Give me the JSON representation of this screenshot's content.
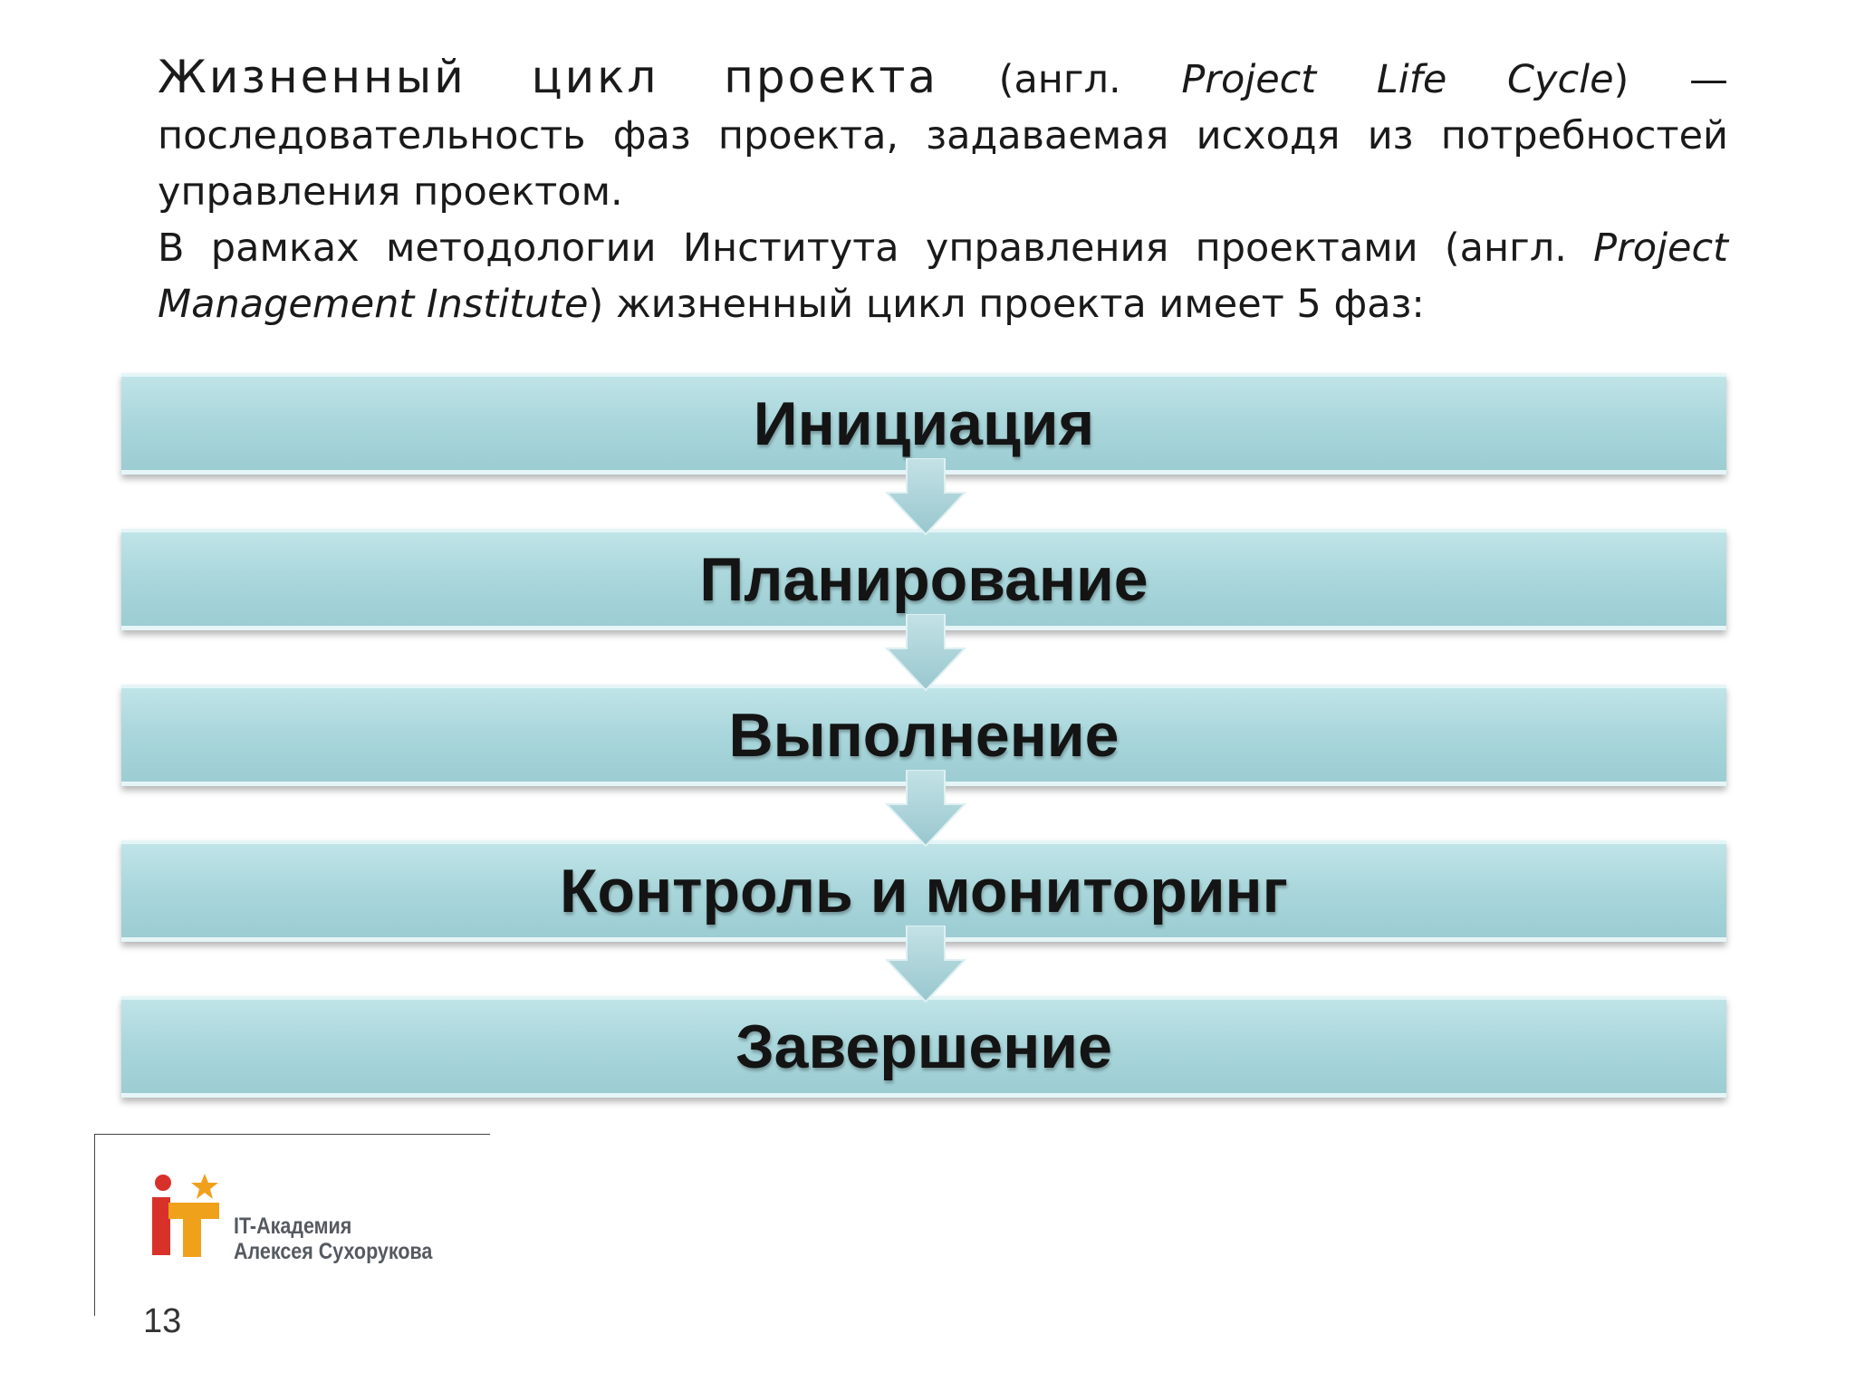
{
  "intro": {
    "term": "Жизненный цикл проекта",
    "term_open": " (англ. ",
    "term_en": "Project Life Cycle",
    "term_rest": ") — последовательность фаз проекта, задаваемая исходя из потребностей управления проектом.",
    "p2_start": "В рамках методологии Института управления проектами (англ. ",
    "p2_en": "Project Management Institute",
    "p2_rest": ") жизненный цикл проекта имеет 5 фаз:"
  },
  "phases": [
    {
      "label": "Инициация"
    },
    {
      "label": "Планирование"
    },
    {
      "label": "Выполнение"
    },
    {
      "label": "Контроль и мониторинг"
    },
    {
      "label": "Завершение"
    }
  ],
  "logo": {
    "line1": "IT-Академия",
    "line2": "Алексея Сухорукова",
    "colors": {
      "red": "#d8312a",
      "orange": "#f0a11b"
    }
  },
  "page_number": "13",
  "colors": {
    "phase_fill": "#a7d5da",
    "arrow_fill": "#a9d3da"
  }
}
